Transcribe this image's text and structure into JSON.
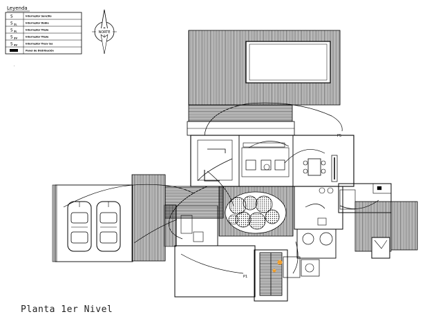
{
  "legend": {
    "title": "Leyenda",
    "items": [
      {
        "symbol": "S",
        "sub": "",
        "label": "Interruptor Sencillo"
      },
      {
        "symbol": "S",
        "sub": "2L",
        "label": "Interruptor Doble"
      },
      {
        "symbol": "S",
        "sub": "3L",
        "label": "Interruptor Triple"
      },
      {
        "symbol": "S",
        "sub": "3V",
        "label": "Interruptor Triple"
      },
      {
        "symbol": "S",
        "sub": "4V",
        "label": "Interruptor Tresv ías"
      },
      {
        "symbol": "",
        "sub": "",
        "label": "Panel de Distribución"
      }
    ]
  },
  "north": {
    "label": "NORTE"
  },
  "labels": {
    "p1": "P1",
    "p5": "P5"
  },
  "plan_title": "Planta 1er Nivel",
  "colors": {
    "line": "#000000",
    "hatch": "#444444",
    "accent": "#f0a030"
  }
}
